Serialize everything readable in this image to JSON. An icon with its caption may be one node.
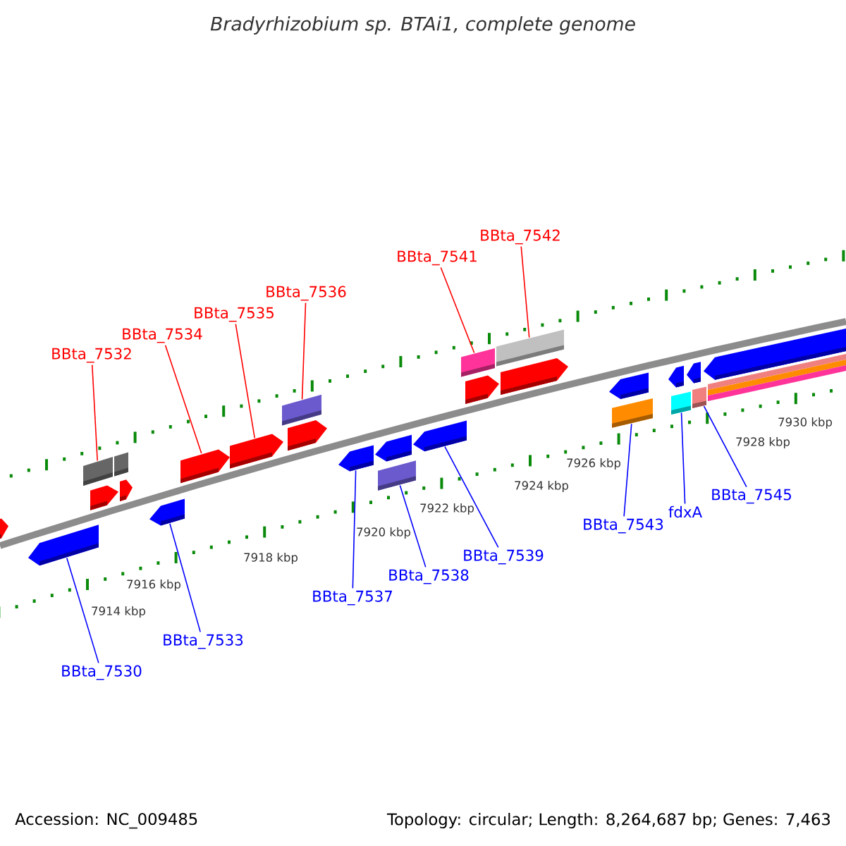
{
  "diagram": {
    "title": "Bradyrhizobium sp. BTAi1, complete genome",
    "nodes": [
      {
        "text": [
          "BBta_7542"
        ]
      },
      {
        "text": [
          "BBta_7541"
        ]
      },
      {
        "text": [
          "BBta_7536"
        ]
      },
      {
        "text": [
          "BBta_7535"
        ]
      },
      {
        "text": [
          "BBta_7534"
        ]
      },
      {
        "text": [
          "BBta_7532"
        ]
      },
      {
        "text": [
          "BBta_7545"
        ]
      },
      {
        "text": [
          "fdxA"
        ]
      },
      {
        "text": [
          "BBta_7543"
        ]
      },
      {
        "text": [
          "BBta_7539"
        ]
      },
      {
        "text": [
          "BBta_7538"
        ]
      },
      {
        "text": [
          "BBta_7537"
        ]
      },
      {
        "text": [
          "BBta_7533"
        ]
      },
      {
        "text": [
          "BBta_7530"
        ]
      },
      {
        "text": [],
        "shape": "pentagon"
      },
      {
        "text": [],
        "shape": "pentagon"
      },
      {
        "text": [],
        "shape": "box"
      },
      {
        "text": [],
        "shape": "pentagon"
      },
      {
        "text": [],
        "shape": "box"
      },
      {
        "text": [],
        "shape": "pentagon"
      },
      {
        "text": [],
        "shape": "pentagon"
      },
      {
        "text": [],
        "shape": "pentagon"
      },
      {
        "text": [],
        "shape": "pentagon"
      },
      {
        "text": [],
        "shape": "box"
      },
      {
        "text": [],
        "shape": "pentagon"
      },
      {
        "text": [],
        "shape": "pentagon"
      },
      {
        "text": [],
        "shape": "pentagon"
      },
      {
        "text": [],
        "shape": "box"
      },
      {
        "text": [],
        "shape": "pentagon"
      },
      {
        "text": [],
        "shape": "box"
      },
      {
        "text": [],
        "shape": "pentagon"
      },
      {
        "text": [],
        "shape": "box"
      },
      {
        "text": [],
        "shape": "pentagon"
      },
      {
        "text": [],
        "shape": "pentagon"
      },
      {
        "text": [],
        "shape": "box"
      },
      {
        "text": [],
        "shape": "pentagon"
      },
      {
        "text": [],
        "shape": "box"
      },
      {
        "text": [],
        "shape": "pentagon"
      },
      {
        "text": [],
        "shape": "box"
      },
      {
        "text": [],
        "shape": "pentagon"
      },
      {
        "text": [],
        "shape": "bar"
      },
      {
        "text": [],
        "shape": "bar"
      },
      {
        "text": [],
        "shape": "bar"
      }
    ],
    "edges": [
      {
        "from": 0,
        "to": 31,
        "arrow": "none",
        "color": "#ff0000"
      },
      {
        "from": 1,
        "to": 29,
        "arrow": "none",
        "color": "#ff0000"
      },
      {
        "from": 2,
        "to": 23,
        "arrow": "none",
        "color": "#ff0000"
      },
      {
        "from": 3,
        "to": 22,
        "arrow": "none",
        "color": "#ff0000"
      },
      {
        "from": 4,
        "to": 21,
        "arrow": "none",
        "color": "#ff0000"
      },
      {
        "from": 5,
        "to": 16,
        "arrow": "none",
        "color": "#ff0000"
      },
      {
        "from": 6,
        "to": 38,
        "arrow": "none"
      },
      {
        "from": 7,
        "to": 36,
        "arrow": "none"
      },
      {
        "from": 8,
        "to": 34,
        "arrow": "none"
      },
      {
        "from": 9,
        "to": 28,
        "arrow": "none"
      },
      {
        "from": 10,
        "to": 27,
        "arrow": "none"
      },
      {
        "from": 11,
        "to": 25,
        "arrow": "none"
      },
      {
        "from": 12,
        "to": 20,
        "arrow": "none"
      },
      {
        "from": 13,
        "to": 15,
        "arrow": "none"
      }
    ],
    "labels": [
      "7914 kbp",
      "7916 kbp",
      "7918 kbp",
      "7920 kbp",
      "7922 kbp",
      "7924 kbp",
      "7926 kbp",
      "7928 kbp",
      "7930 kbp",
      "Accession: NC_009485",
      "Topology: circular; Length: 8,264,687 bp; Genes: 7,463"
    ]
  }
}
